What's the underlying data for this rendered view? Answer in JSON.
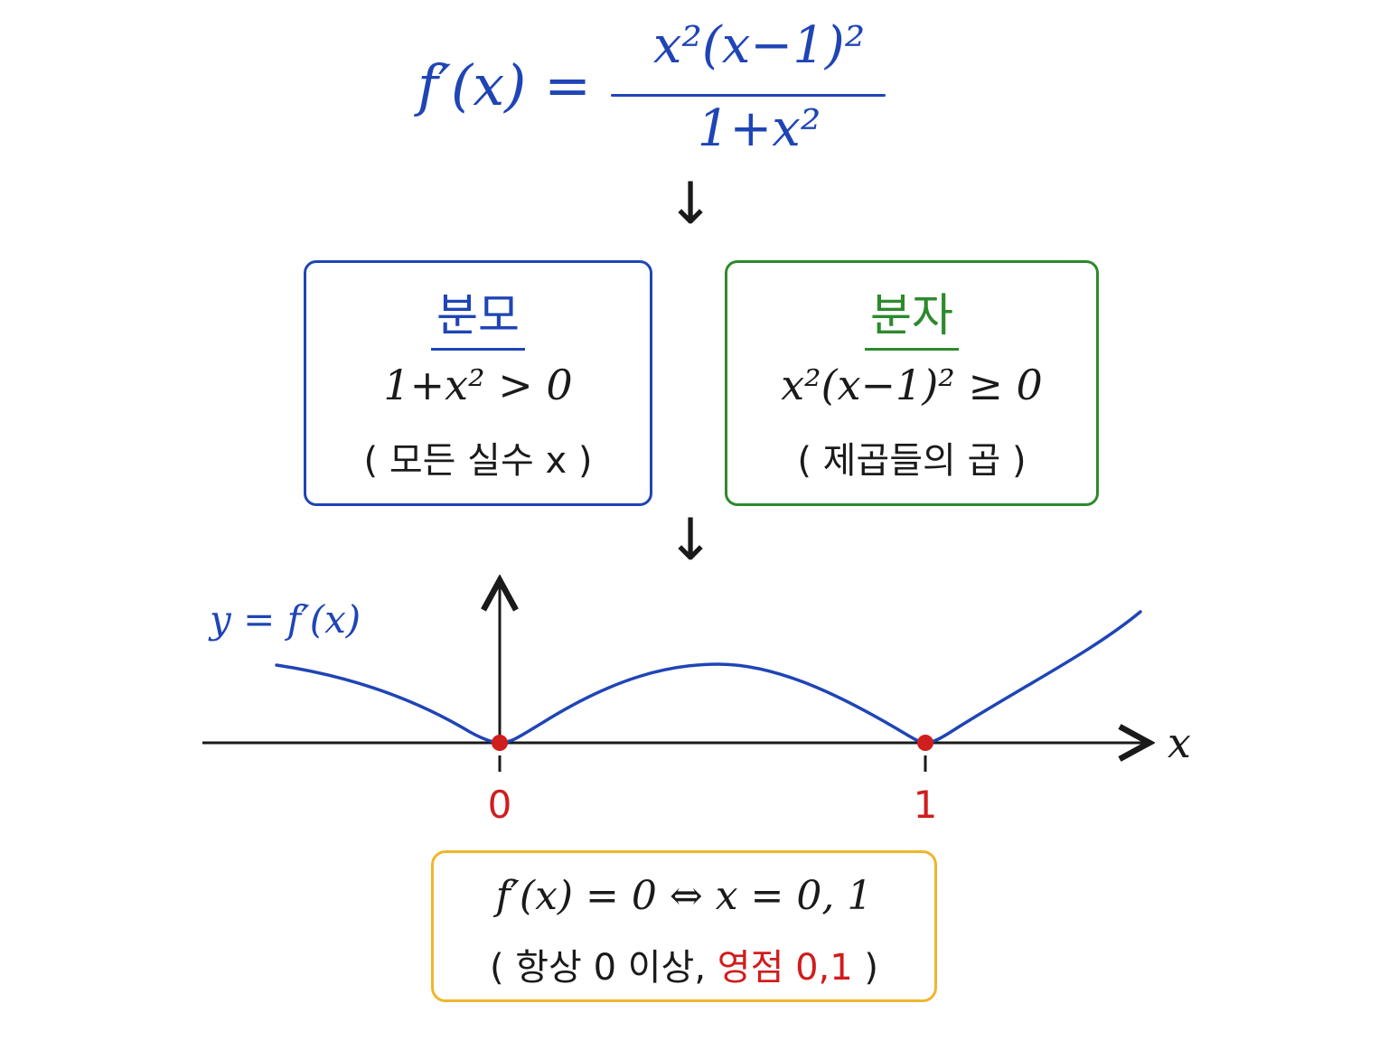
{
  "formula": {
    "lhs": "f′(x) =",
    "numerator": "x²(x−1)²",
    "denominator": "1+x²"
  },
  "denominator_box": {
    "title": "분모",
    "expression": "1+x² > 0",
    "note": "( 모든 실수 x )"
  },
  "numerator_box": {
    "title": "분자",
    "expression": "x²(x−1)² ≥ 0",
    "note": "( 제곱들의 곱 )"
  },
  "graph": {
    "curve_label": "y = f′(x)",
    "x_axis_label": "x",
    "zero_labels": [
      "0",
      "1"
    ]
  },
  "summary": {
    "line1": "f′(x) = 0  ⇔  x = 0, 1",
    "line2_prefix": "( 항상 0 이상, ",
    "line2_highlight": "영점 0,1",
    "line2_suffix": " )"
  },
  "colors": {
    "blue": "#1f45b5",
    "green": "#2c8a2c",
    "red": "#d01d1d",
    "yellow": "#f0b62a",
    "ink": "#1a1a1a"
  }
}
